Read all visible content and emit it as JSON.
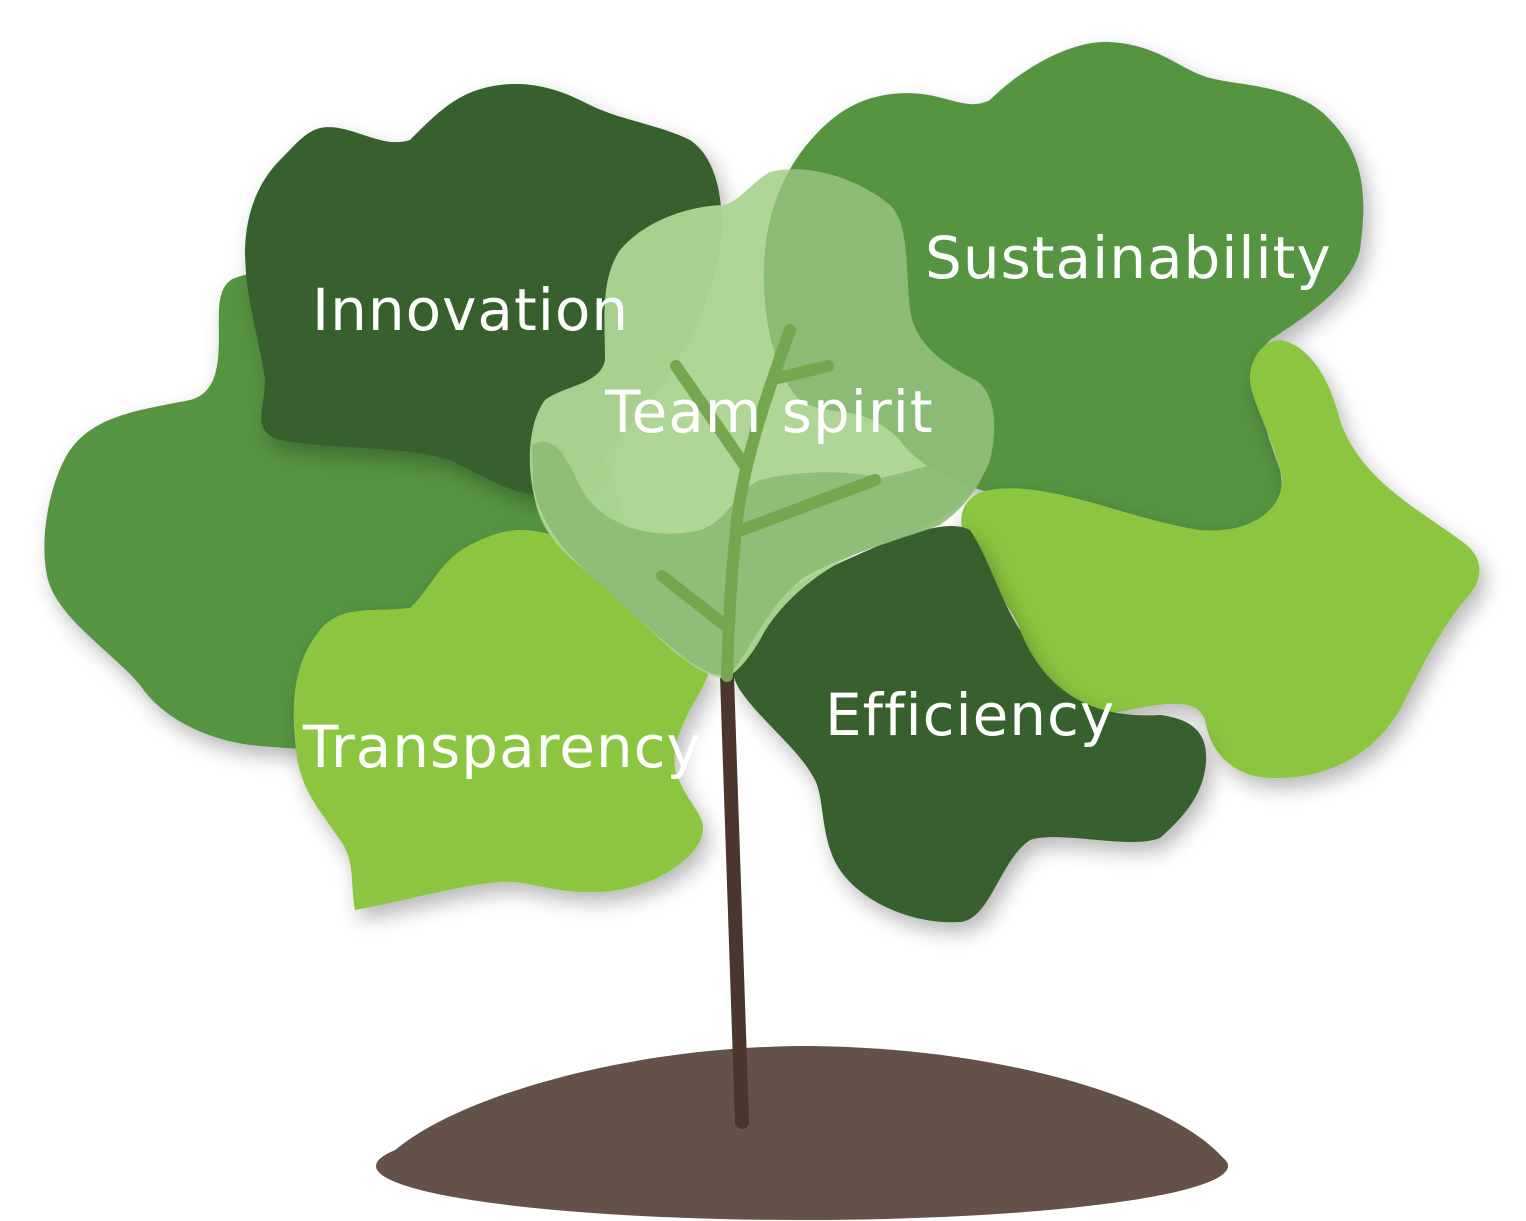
{
  "values": {
    "innovation": "Innovation",
    "sustainability": "Sustainability",
    "team_spirit": "Team spirit",
    "transparency": "Transparency",
    "efficiency": "Efficiency"
  },
  "colors": {
    "dark_green": "#385F2E",
    "mid_green": "#559543",
    "light_green": "#8CC641",
    "pale_green": "#ACD593",
    "pale_green_overlap": "#8BBB74",
    "vein": "#75A84E",
    "trunk": "#4B362D",
    "soil": "#645248"
  }
}
